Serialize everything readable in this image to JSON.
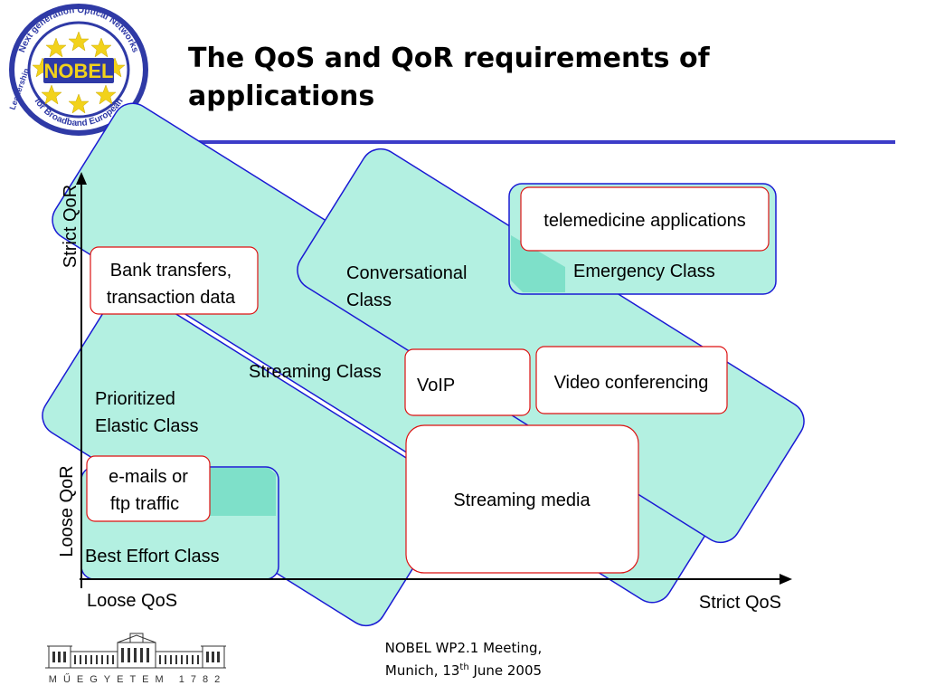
{
  "slide": {
    "title_line1": "The QoS and QoR requirements of",
    "title_line2": "applications"
  },
  "logo": {
    "ring_text_top": "Next generation Optical Networks",
    "ring_text_bottom": "for Broadband European",
    "ring_text_left": "Leadership",
    "center_text": "NOBEL",
    "colors": {
      "ring": "#2f3aa6",
      "star": "#f2d21b",
      "background": "#ffffff"
    }
  },
  "axes": {
    "y_top_label": "Strict QoR",
    "y_bottom_label": "Loose QoR",
    "x_left_label": "Loose QoS",
    "x_right_label": "Strict QoS"
  },
  "classes": {
    "prioritized_line1": "Prioritized",
    "prioritized_line2": "Elastic Class",
    "streaming": "Streaming Class",
    "conversational_line1": "Conversational",
    "conversational_line2": "Class",
    "emergency": "Emergency Class",
    "best_effort": "Best Effort Class"
  },
  "applications": {
    "bank_line1": "Bank transfers,",
    "bank_line2": "transaction data",
    "email_line1": "e-mails or",
    "email_line2": "ftp traffic",
    "voip": "VoIP",
    "video": "Video conferencing",
    "streaming_media": "Streaming media",
    "telemedicine": "telemedicine applications"
  },
  "colors": {
    "class_fill": "#b3f0e1",
    "overlap_fill": "#7ee0c9",
    "class_stroke": "#1a1ad4",
    "app_stroke": "#dd1111",
    "axis": "#000000",
    "divider": "#3c3cc8"
  },
  "footer": {
    "line1": "NOBEL WP2.1 Meeting,",
    "line2_prefix": "Munich, 13",
    "line2_sup": "th",
    "line2_suffix": " June 2005",
    "university": "MŰEGYETEM 1782"
  }
}
